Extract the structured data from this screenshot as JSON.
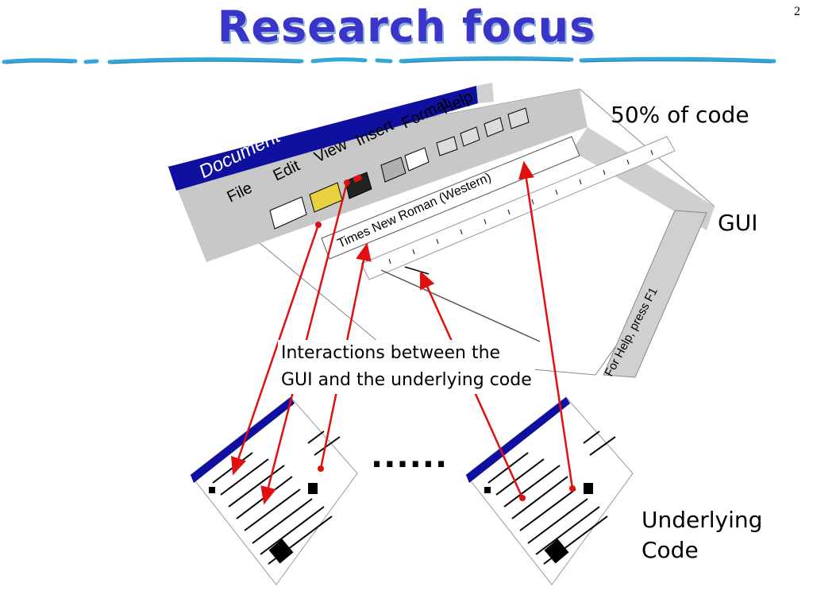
{
  "slide": {
    "title": "Research focus",
    "page_number": "2"
  },
  "labels": {
    "percent_code": "50% of code",
    "gui": "GUI",
    "interactions_line1": "Interactions between the",
    "interactions_line2": "GUI and the underlying code",
    "ellipsis": "......",
    "underlying_line1": "Underlying",
    "underlying_line2": "Code"
  },
  "wordpad": {
    "window_title": "Document - WordPad",
    "menu": [
      "File",
      "Edit",
      "View",
      "Insert",
      "Format",
      "Help"
    ],
    "font_name": "Times New Roman (Western)",
    "status_text": "For Help, press F1"
  },
  "colors": {
    "title": "#3a34c8",
    "arrows": "#e01010",
    "rule": "#33a8d8",
    "titlebar": "#1010a0"
  }
}
